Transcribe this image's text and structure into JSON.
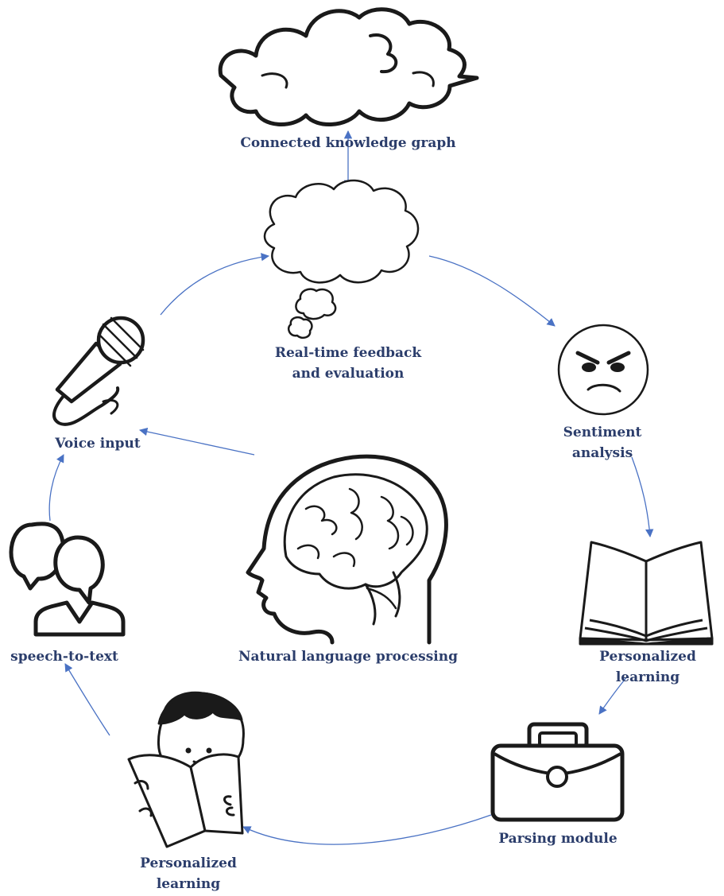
{
  "colors": {
    "label": "#2b3d6b",
    "arrow": "#4a72c4",
    "icon_stroke": "#1a1a1a",
    "background": "#ffffff"
  },
  "nodes": {
    "knowledge_graph": {
      "icon": "storm-cloud-icon",
      "lines": [
        "Connected knowledge graph"
      ]
    },
    "feedback": {
      "icon": "thought-bubble-icon",
      "lines": [
        "Real-time feedback",
        "and evaluation"
      ]
    },
    "sentiment": {
      "icon": "angry-face-icon",
      "lines": [
        "Sentiment",
        "analysis"
      ]
    },
    "book": {
      "icon": "open-book-icon",
      "lines": [
        "Personalized",
        "learning"
      ]
    },
    "parsing": {
      "icon": "briefcase-icon",
      "lines": [
        "Parsing module"
      ]
    },
    "reader": {
      "icon": "child-reading-icon",
      "lines": [
        "Personalized",
        "learning"
      ]
    },
    "speech": {
      "icon": "speech-bubbles-person-icon",
      "lines": [
        "speech-to-text"
      ]
    },
    "voice": {
      "icon": "microphone-icon",
      "lines": [
        "Voice input"
      ]
    },
    "nlp": {
      "icon": "brain-head-icon",
      "lines": [
        "Natural language processing"
      ]
    }
  }
}
